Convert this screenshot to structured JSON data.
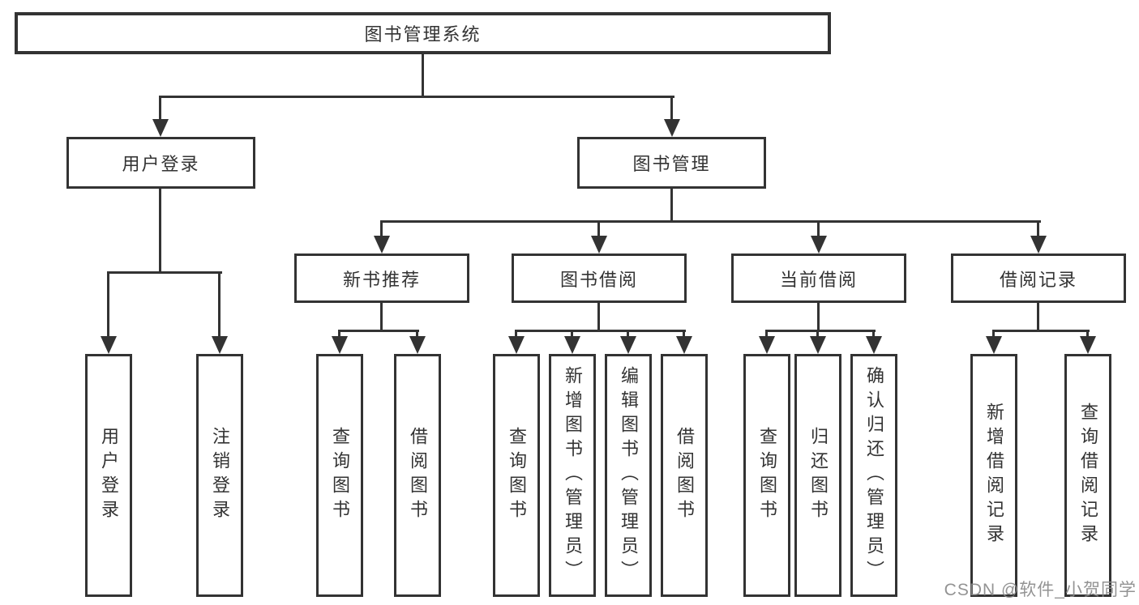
{
  "tree": {
    "label": "图书管理系统",
    "children": [
      {
        "label": "用户登录",
        "children": [
          {
            "label": "用户登录"
          },
          {
            "label": "注销登录"
          }
        ]
      },
      {
        "label": "图书管理",
        "children": [
          {
            "label": "新书推荐",
            "children": [
              {
                "label": "查询图书"
              },
              {
                "label": "借阅图书"
              }
            ]
          },
          {
            "label": "图书借阅",
            "children": [
              {
                "label": "查询图书"
              },
              {
                "label": "新增图书（管理员）"
              },
              {
                "label": "编辑图书（管理员）"
              },
              {
                "label": "借阅图书"
              }
            ]
          },
          {
            "label": "当前借阅",
            "children": [
              {
                "label": "查询图书"
              },
              {
                "label": "归还图书"
              },
              {
                "label": "确认归还（管理员）"
              }
            ]
          },
          {
            "label": "借阅记录",
            "children": [
              {
                "label": "新增借阅记录"
              },
              {
                "label": "查询借阅记录"
              }
            ]
          }
        ]
      }
    ]
  },
  "watermark": {
    "text": "CSDN @软件_小贺同学"
  },
  "colors": {
    "line": "#333333",
    "box_border": "#333333",
    "text": "#333333",
    "watermark": "#8a8a8a",
    "background": "#ffffff"
  }
}
